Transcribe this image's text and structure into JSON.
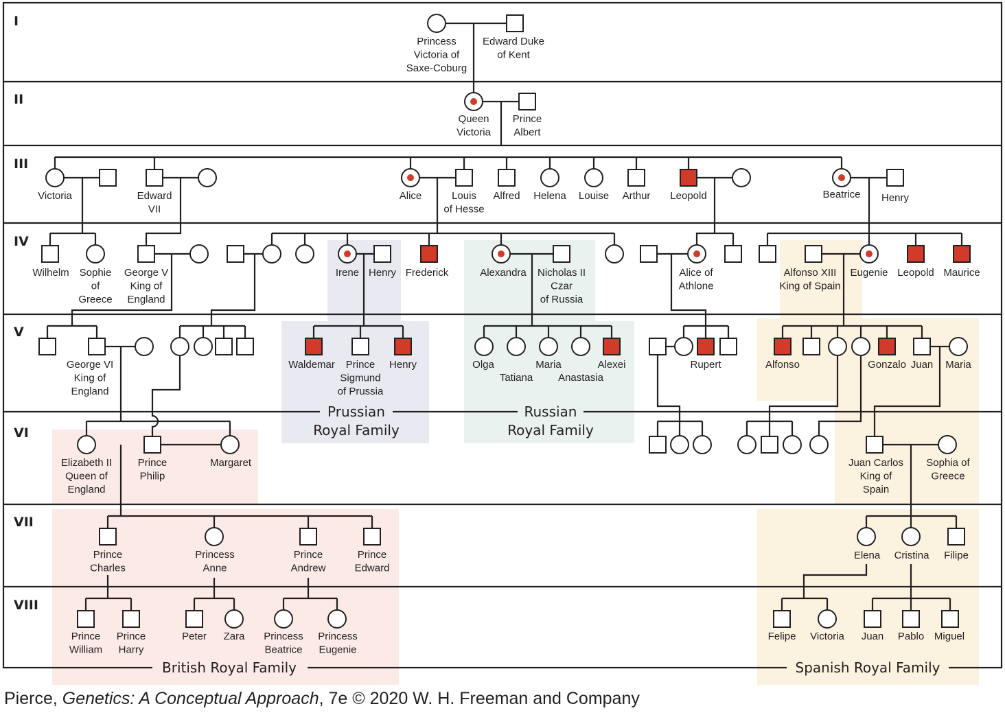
{
  "generations": [
    "I",
    "II",
    "III",
    "IV",
    "V",
    "VI",
    "VII",
    "VIII"
  ],
  "labels": {
    "victoria_saxe": [
      "Princess",
      "Victoria of",
      "Saxe-Coburg"
    ],
    "edward_kent": [
      "Edward Duke",
      "of Kent"
    ],
    "queen_victoria": [
      "Queen",
      "Victoria"
    ],
    "prince_albert": [
      "Prince",
      "Albert"
    ],
    "victoria": [
      "Victoria"
    ],
    "edward7": [
      "Edward",
      "VII"
    ],
    "alice": [
      "Alice"
    ],
    "louis": [
      "Louis",
      "of Hesse"
    ],
    "alfred": [
      "Alfred"
    ],
    "helena": [
      "Helena"
    ],
    "louise": [
      "Louise"
    ],
    "arthur": [
      "Arthur"
    ],
    "leopold3": [
      "Leopold"
    ],
    "beatrice": [
      "Beatrice"
    ],
    "henry3": [
      "Henry"
    ],
    "wilhelm": [
      "Wilhelm"
    ],
    "sophie": [
      "Sophie",
      "of",
      "Greece"
    ],
    "george5": [
      "George V",
      "King of",
      "England"
    ],
    "irene": [
      "Irene"
    ],
    "henry4": [
      "Henry"
    ],
    "frederick": [
      "Frederick"
    ],
    "alexandra": [
      "Alexandra"
    ],
    "nicholas": [
      "Nicholas II",
      "Czar",
      "of Russia"
    ],
    "alice_athlone": [
      "Alice of",
      "Athlone"
    ],
    "alfonso13": [
      "Alfonso XIII",
      "King of Spain"
    ],
    "eugenie4": [
      "Eugenie"
    ],
    "leopold4": [
      "Leopold"
    ],
    "maurice": [
      "Maurice"
    ],
    "george6": [
      "George VI",
      "King of",
      "England"
    ],
    "waldemar": [
      "Waldemar"
    ],
    "sigmund": [
      "Prince",
      "Sigmund",
      "of Prussia"
    ],
    "henry5": [
      "Henry"
    ],
    "olga": [
      "Olga"
    ],
    "tatiana": [
      "Tatiana"
    ],
    "maria5r": [
      "Maria"
    ],
    "anastasia": [
      "Anastasia"
    ],
    "alexei": [
      "Alexei"
    ],
    "rupert": [
      "Rupert"
    ],
    "alfonso5": [
      "Alfonso"
    ],
    "gonzalo": [
      "Gonzalo"
    ],
    "juan5": [
      "Juan"
    ],
    "maria5s": [
      "Maria"
    ],
    "elizabeth": [
      "Elizabeth II",
      "Queen of",
      "England"
    ],
    "philip": [
      "Prince",
      "Philip"
    ],
    "margaret": [
      "Margaret"
    ],
    "juancarlos": [
      "Juan Carlos",
      "King of",
      "Spain"
    ],
    "sophia": [
      "Sophia of",
      "Greece"
    ],
    "charles": [
      "Prince",
      "Charles"
    ],
    "anne": [
      "Princess",
      "Anne"
    ],
    "andrew": [
      "Prince",
      "Andrew"
    ],
    "edward7g": [
      "Prince",
      "Edward"
    ],
    "elena": [
      "Elena"
    ],
    "cristina": [
      "Cristina"
    ],
    "filipe": [
      "Filipe"
    ],
    "william": [
      "Prince",
      "William"
    ],
    "harry": [
      "Prince",
      "Harry"
    ],
    "peter": [
      "Peter"
    ],
    "zara": [
      "Zara"
    ],
    "beatrice8": [
      "Princess",
      "Beatrice"
    ],
    "eugenie8": [
      "Princess",
      "Eugenie"
    ],
    "felipe": [
      "Felipe"
    ],
    "victoria8": [
      "Victoria"
    ],
    "juan8": [
      "Juan"
    ],
    "pablo": [
      "Pablo"
    ],
    "miguel": [
      "Miguel"
    ]
  },
  "families": {
    "prussian": [
      "Prussian",
      "Royal Family"
    ],
    "russian": [
      "Russian",
      "Royal Family"
    ],
    "british": "British Royal Family",
    "spanish": "Spanish Royal Family"
  },
  "family_colors": {
    "prussian": "#e8e9f1",
    "russian": "#e9f2ee",
    "british": "#fbeae6",
    "spanish": "#fcf2e0"
  },
  "affected_color": "#d23b2a",
  "credit": {
    "author": "Pierce, ",
    "title": "Genetics: A Conceptual Approach",
    "rest": ", 7e © 2020 W. H. Freeman and Company"
  }
}
